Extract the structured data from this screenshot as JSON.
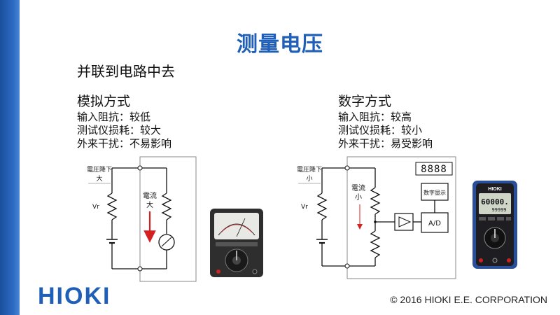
{
  "title": "测量电压",
  "subtitle": "并联到电路中去",
  "analog": {
    "heading": "模拟方式",
    "lines": [
      "输入阻抗：较低",
      "测试仪损耗：较大",
      "外来干扰：不易影响"
    ],
    "diagram": {
      "drop_label": "電圧降下",
      "drop_value": "大",
      "vr_label": "Vr",
      "current_label": "電流",
      "current_value": "大"
    }
  },
  "digital": {
    "heading": "数字方式",
    "lines": [
      "输入阻抗：较高",
      "测试仪损耗：较小",
      "外来干扰：易受影响"
    ],
    "diagram": {
      "drop_label": "電圧降下",
      "drop_value": "小",
      "vr_label": "Vr",
      "current_label": "電流",
      "current_value": "小",
      "display_digits": "8888",
      "display_box_label": "数字显示",
      "adc_label": "A/D"
    }
  },
  "meter": {
    "brand": "HIOKI",
    "reading_main": "60000.",
    "reading_sub": "99999"
  },
  "footer": {
    "logo": "HIOKI",
    "copyright": "© 2016  HIOKI E.E. CORPORATION"
  },
  "colors": {
    "accent": "#1f5fb8",
    "arrow": "#d42020"
  }
}
